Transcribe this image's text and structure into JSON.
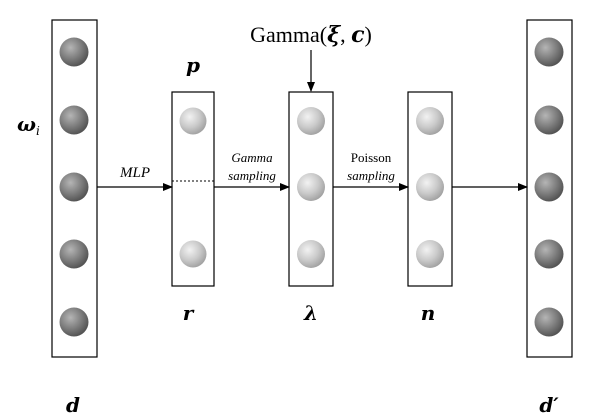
{
  "layers": {
    "input": {
      "label": "d",
      "side_label": "ω",
      "side_subscript": "i"
    },
    "p_r": {
      "top_label": "p",
      "bottom_label": "r"
    },
    "lambda": {
      "bottom_label": "λ"
    },
    "n": {
      "bottom_label": "n"
    },
    "output": {
      "label": "d′"
    }
  },
  "prior": {
    "name": "Gamma",
    "open": "(",
    "xi": "ξ",
    "sep": ", ",
    "c": "c",
    "close": ")"
  },
  "edges": {
    "mlp": {
      "label": "MLP"
    },
    "gamma_sampling": {
      "line1": "Gamma",
      "line2": "sampling"
    },
    "poisson_sampling": {
      "line1": "Poisson",
      "line2": "sampling"
    }
  },
  "colors": {
    "dark_node": "#7a7a7a",
    "light_node": "#c8c8c8",
    "stroke": "#000000"
  }
}
